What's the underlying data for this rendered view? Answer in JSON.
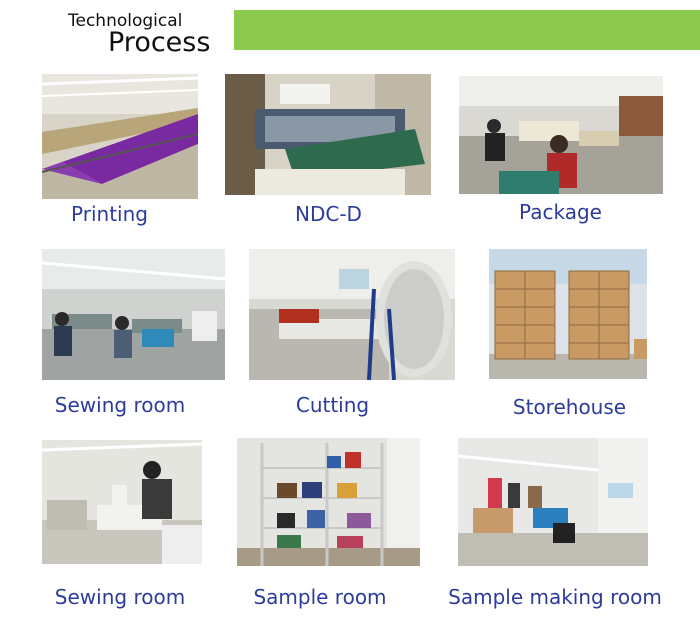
{
  "header": {
    "title_line1": "Technological",
    "title_line2": "Process",
    "accent_color": "#8dc94f"
  },
  "caption_color": "#2d3c9c",
  "photos": [
    {
      "label": "Printing"
    },
    {
      "label": "NDC-D"
    },
    {
      "label": "Package"
    },
    {
      "label": "Sewing room"
    },
    {
      "label": "Cutting"
    },
    {
      "label": "Storehouse"
    },
    {
      "label": "Sewing room"
    },
    {
      "label": "Sample room"
    },
    {
      "label": "Sample making room"
    }
  ]
}
